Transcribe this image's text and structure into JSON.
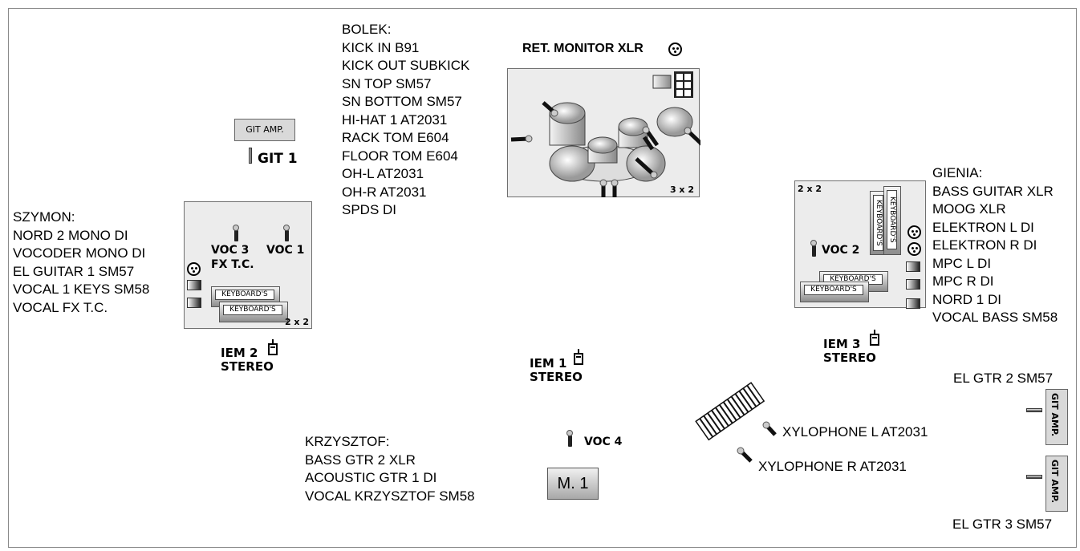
{
  "bolek": {
    "title": "BOLEK:",
    "items": [
      "KICK IN B91",
      "KICK OUT SUBKICK",
      "SN TOP SM57",
      "SN BOTTOM SM57",
      "HI-HAT 1 AT2031",
      "RACK TOM E604",
      "FLOOR TOM E604",
      "OH-L AT2031",
      "OH-R AT2031",
      "SPDS DI"
    ]
  },
  "szymon": {
    "title": "SZYMON:",
    "items": [
      "NORD 2 MONO DI",
      "VOCODER MONO DI",
      "EL GUITAR 1 SM57",
      "VOCAL 1 KEYS SM58",
      "VOCAL FX T.C."
    ]
  },
  "gienia": {
    "title": "GIENIA:",
    "items": [
      "BASS GUITAR XLR",
      "MOOG XLR",
      "ELEKTRON L DI",
      "ELEKTRON R DI",
      "MPC L DI",
      "MPC R DI",
      "NORD 1 DI",
      "VOCAL BASS SM58"
    ]
  },
  "krzysztof": {
    "title": "KRZYSZTOF:",
    "items": [
      "BASS GTR 2 XLR",
      "ACOUSTIC GTR 1 DI",
      "VOCAL KRZYSZTOF SM58"
    ]
  },
  "labels": {
    "ret_monitor": "RET. MONITOR XLR",
    "git_amp": "GIT  AMP.",
    "git1": "GIT 1",
    "voc3": "VOC 3",
    "fx_tc": "FX T.C.",
    "voc1": "VOC 1",
    "voc2": "VOC 2",
    "voc4": "VOC 4",
    "keyboards": "KEYBOARD'S",
    "riser_2x2": "2 x 2",
    "riser_3x2": "3 x 2",
    "iem1": "IEM 1",
    "iem2": "IEM 2",
    "iem3": "IEM 3",
    "stereo": "STEREO",
    "el_gtr2": "EL GTR 2 SM57",
    "el_gtr3": "EL GTR 3 SM57",
    "git_amp_v": "GIT AMP.",
    "xylo_l": "XYLOPHONE L AT2031",
    "xylo_r": "XYLOPHONE R AT2031",
    "m1": "M. 1"
  }
}
